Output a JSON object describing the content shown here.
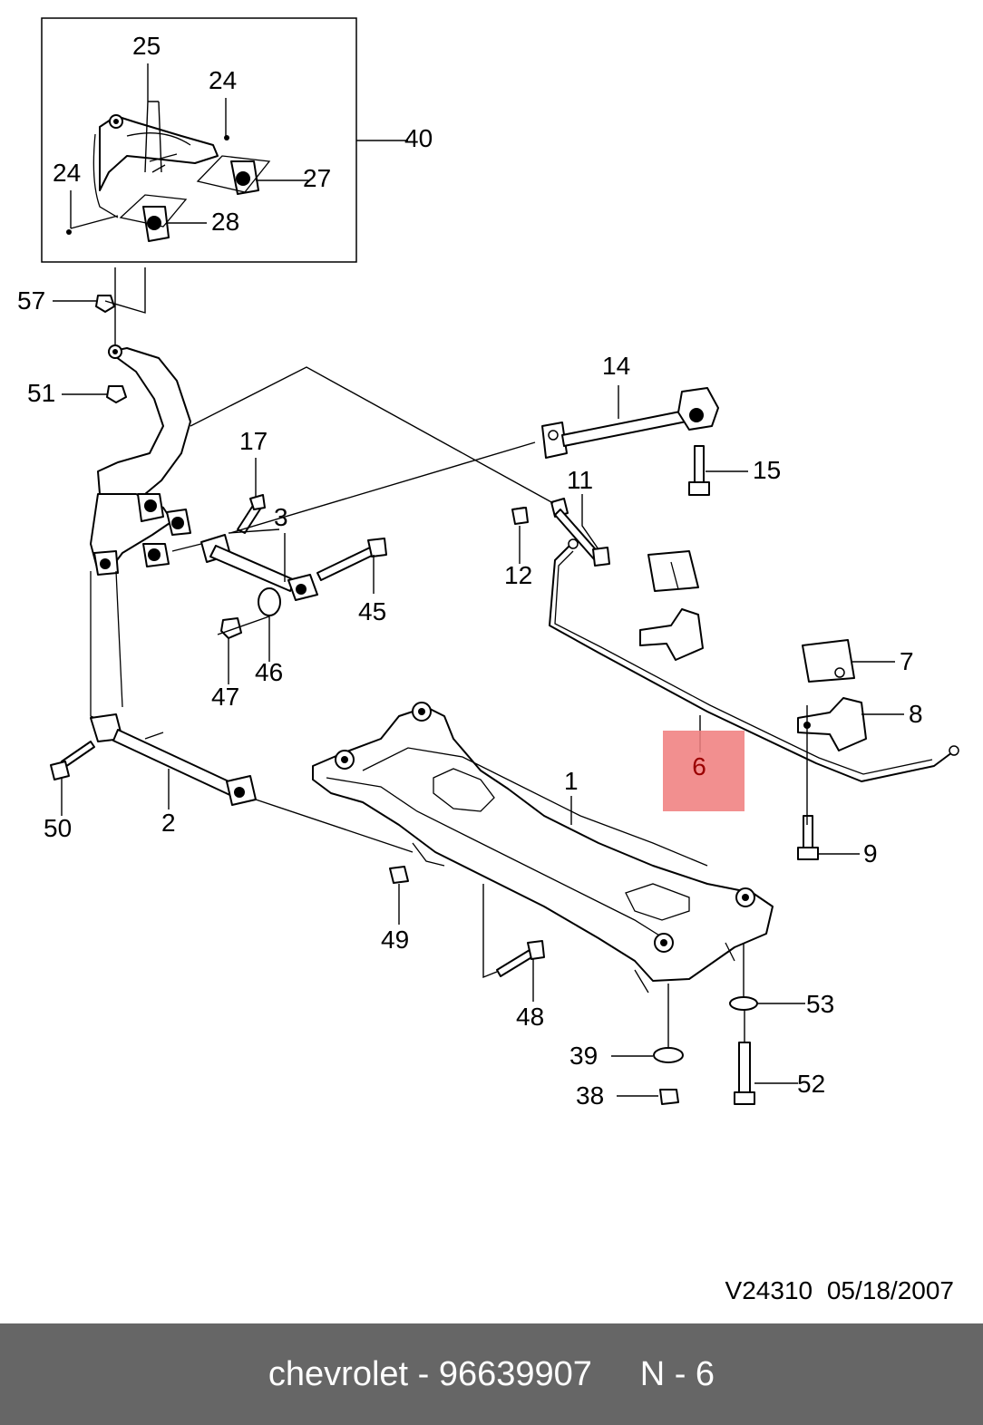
{
  "callouts": [
    {
      "id": "c25",
      "text": "25"
    },
    {
      "id": "c24a",
      "text": "24"
    },
    {
      "id": "c40",
      "text": "40"
    },
    {
      "id": "c24b",
      "text": "24"
    },
    {
      "id": "c27",
      "text": "27"
    },
    {
      "id": "c28",
      "text": "28"
    },
    {
      "id": "c57",
      "text": "57"
    },
    {
      "id": "c51",
      "text": "51"
    },
    {
      "id": "c14",
      "text": "14"
    },
    {
      "id": "c15",
      "text": "15"
    },
    {
      "id": "c17",
      "text": "17"
    },
    {
      "id": "c3",
      "text": "3"
    },
    {
      "id": "c11",
      "text": "11"
    },
    {
      "id": "c12",
      "text": "12"
    },
    {
      "id": "c45",
      "text": "45"
    },
    {
      "id": "c46",
      "text": "46"
    },
    {
      "id": "c47",
      "text": "47"
    },
    {
      "id": "c7",
      "text": "7"
    },
    {
      "id": "c8",
      "text": "8"
    },
    {
      "id": "c50",
      "text": "50"
    },
    {
      "id": "c2",
      "text": "2"
    },
    {
      "id": "c1",
      "text": "1"
    },
    {
      "id": "c9",
      "text": "9"
    },
    {
      "id": "c49",
      "text": "49"
    },
    {
      "id": "c48",
      "text": "48"
    },
    {
      "id": "c53",
      "text": "53"
    },
    {
      "id": "c39",
      "text": "39"
    },
    {
      "id": "c52",
      "text": "52"
    },
    {
      "id": "c38",
      "text": "38"
    }
  ],
  "highlight": {
    "text": "6",
    "color": "#f08080"
  },
  "stamp": "V24310  05/18/2007",
  "footer": {
    "text": "chevrolet - 96639907     N - 6",
    "background": "#666666"
  }
}
